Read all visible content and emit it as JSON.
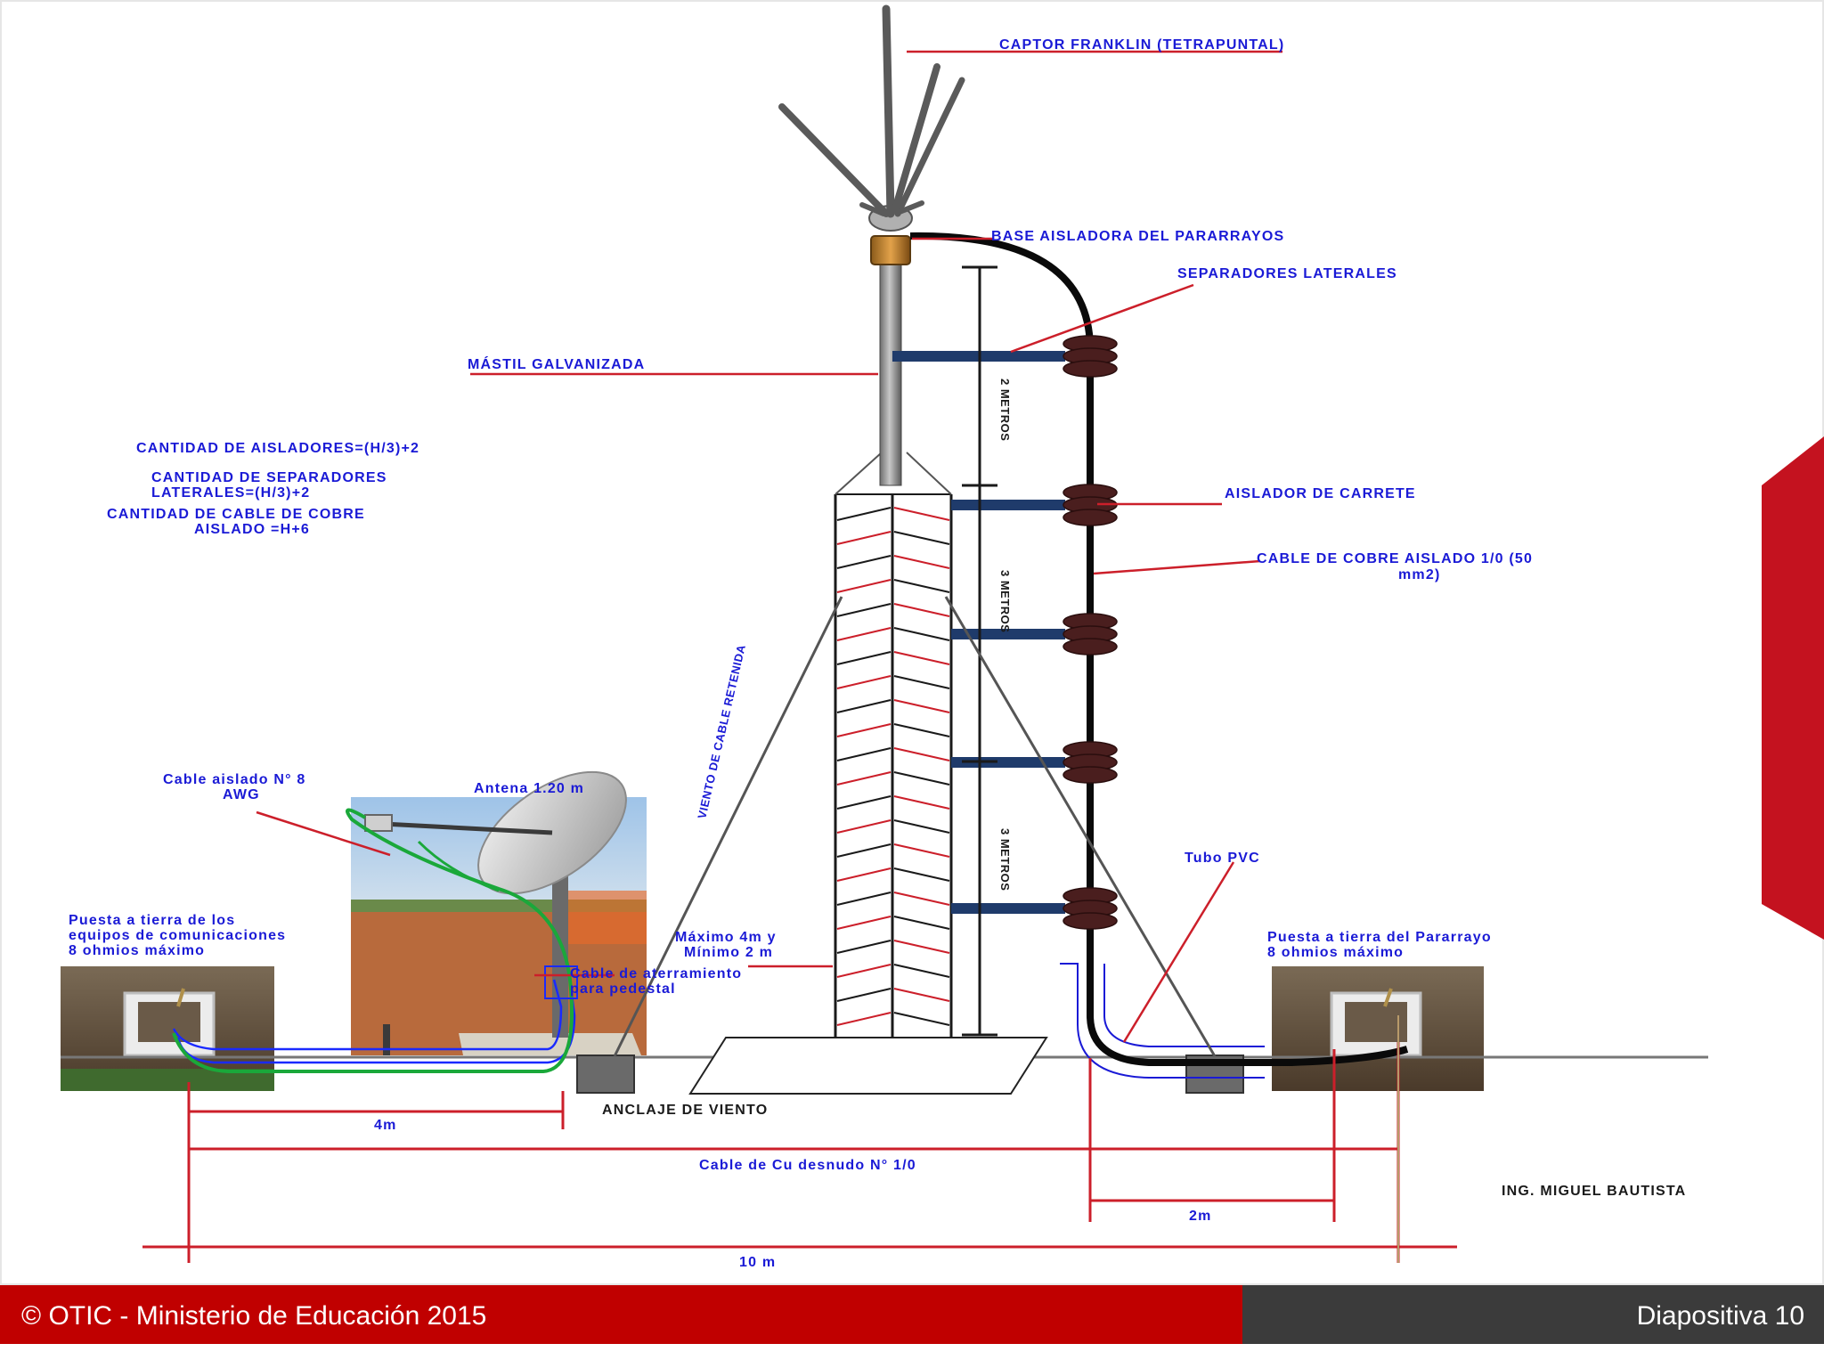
{
  "slide": {
    "footer_copyright": "© OTIC - Ministerio de Educación 2015",
    "footer_slide_number": "Diapositiva 10",
    "colors": {
      "label_blue": "#1a1ad6",
      "leader_red": "#cc1f2a",
      "footer_red": "#c00000",
      "footer_gray": "#3b3b3b",
      "separator_blue": "#1f3b6b",
      "insulator_brown": "#4a1e1e"
    }
  },
  "diagram": {
    "captor": "CAPTOR FRANKLIN (TETRAPUNTAL)",
    "base_aisladora": "BASE AISLADORA DEL PARARRAYOS",
    "separadores": "SEPARADORES LATERALES",
    "mastil": "MÁSTIL GALVANIZADA",
    "formulas": [
      "CANTIDAD DE AISLADORES=(H/3)+2",
      "CANTIDAD DE SEPARADORES",
      "LATERALES=(H/3)+2",
      "CANTIDAD DE CABLE DE COBRE",
      "AISLADO =H+6"
    ],
    "aislador_carrete": "AISLADOR DE CARRETE",
    "cable_cobre": [
      "CABLE DE COBRE AISLADO 1/0 (50",
      "mm2)"
    ],
    "dim_2m_vertical": "2 METROS",
    "dim_3m_vertical_1": "3 METROS",
    "dim_3m_vertical_2": "3 METROS",
    "viento": "VIENTO DE CABLE RETENIDA",
    "cable_aislado": [
      "Cable aislado N° 8",
      "AWG"
    ],
    "antena": "Antena 1.20 m",
    "tubo_pvc": "Tubo PVC",
    "puesta_equipos": [
      "Puesta a tierra de los",
      "equipos de comunicaciones",
      "8 ohmios máximo"
    ],
    "maximo": [
      "Máximo 4m y",
      "Mínimo 2 m"
    ],
    "cable_aterramiento": [
      "Cable de aterramiento",
      "para pedestal"
    ],
    "puesta_pararrayo": [
      "Puesta a tierra del Pararrayo",
      "8 ohmios máximo"
    ],
    "anclaje": "ANCLAJE DE VIENTO",
    "dim_4m": "4m",
    "cable_desnudo": "Cable de Cu desnudo N° 1/0",
    "autor": "ING. MIGUEL BAUTISTA",
    "dim_2m": "2m",
    "dim_10m": "10 m"
  }
}
